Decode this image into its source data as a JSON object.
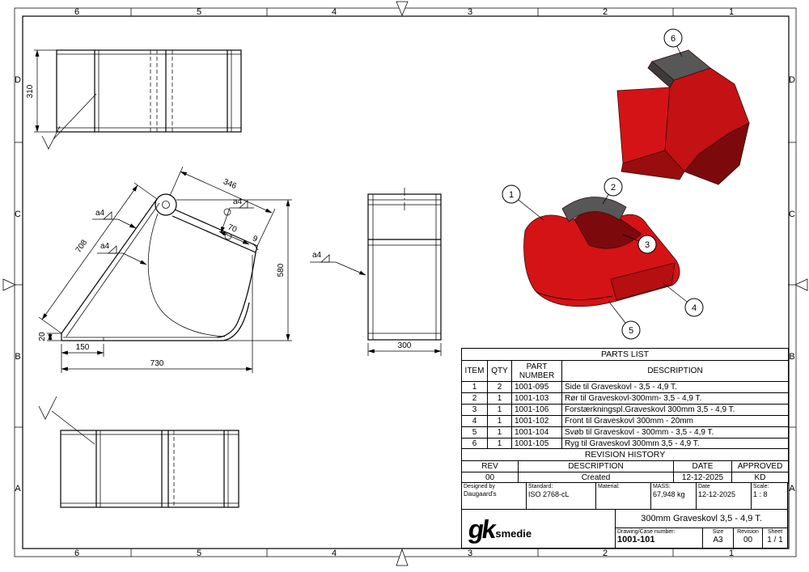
{
  "colors": {
    "bucket_red": "#d41316",
    "bucket_red_mid": "#c41114",
    "bucket_red_dark": "#9a0d0f",
    "bucket_interior": "#7c0a0c",
    "bucket_front_plate": "#b50f11",
    "insert_gray": "#575757",
    "insert_gray_dark": "#3b3b3b",
    "line_black": "#000000"
  },
  "frame": {
    "zone_numbers": [
      "6",
      "5",
      "4",
      "3",
      "2",
      "1"
    ],
    "zone_letters": [
      "D",
      "C",
      "B",
      "A"
    ]
  },
  "dimensions": {
    "top_width": "310",
    "side_346": "346",
    "side_708": "708",
    "side_70": "70",
    "side_9": "9",
    "side_580": "580",
    "side_730": "730",
    "side_150": "150",
    "side_20": "20",
    "front_300": "300",
    "weld": "a4"
  },
  "balloons": [
    "1",
    "2",
    "3",
    "4",
    "5",
    "6"
  ],
  "parts_list": {
    "title": "PARTS LIST",
    "headers": {
      "item": "ITEM",
      "qty": "QTY",
      "part_number": "PART NUMBER",
      "description": "DESCRIPTION"
    },
    "rows": [
      {
        "item": "1",
        "qty": "2",
        "part_number": "1001-095",
        "description": "Side til Graveskovl - 3,5 - 4,9 T."
      },
      {
        "item": "2",
        "qty": "1",
        "part_number": "1001-103",
        "description": "Rør til Graveskovl-300mm- 3,5 - 4,9 T."
      },
      {
        "item": "3",
        "qty": "1",
        "part_number": "1001-106",
        "description": "Forstærkningspl.Graveskovl 300mm 3,5 - 4,9 T."
      },
      {
        "item": "4",
        "qty": "1",
        "part_number": "1001-102",
        "description": "Front til Graveskovl 300mm - 20mm"
      },
      {
        "item": "5",
        "qty": "1",
        "part_number": "1001-104",
        "description": "Svøb til Graveskovl - 300mm - 3,5 - 4,9 T."
      },
      {
        "item": "6",
        "qty": "1",
        "part_number": "1001-105",
        "description": "Ryg til Graveskovl 300mm 3,5 - 4,9 T."
      }
    ]
  },
  "revision_history": {
    "title": "REVISION HISTORY",
    "headers": {
      "rev": "REV",
      "description": "DESCRIPTION",
      "date": "DATE",
      "approved": "APPROVED"
    },
    "rows": [
      {
        "rev": "00",
        "description": "Created",
        "date": "12-12-2025",
        "approved": "KD"
      }
    ]
  },
  "title_block": {
    "designed_by_label": "Designed by",
    "designed_by_value": "Daugaard's",
    "standard_label": "Standard:",
    "standard_value": "ISO 2768-cL",
    "material_label": "Material:",
    "material_value": "",
    "mass_label": "MASS:",
    "mass_value": "67,948 kg",
    "date_label": "Date",
    "date_value": "12-12-2025",
    "scale_label": "Scale:",
    "scale_value": "1 : 8",
    "drawing_title": "300mm Graveskovl 3,5 - 4,9 T.",
    "drawing_number_label": "Drawing/Case number:",
    "drawing_number_value": "1001-101",
    "size_label": "Size",
    "size_value": "A3",
    "revision_label": "Revision",
    "revision_value": "00",
    "sheet_label": "Sheet",
    "sheet_value": "1 / 1",
    "logo_mark": "gk",
    "logo_text": "smedie"
  }
}
